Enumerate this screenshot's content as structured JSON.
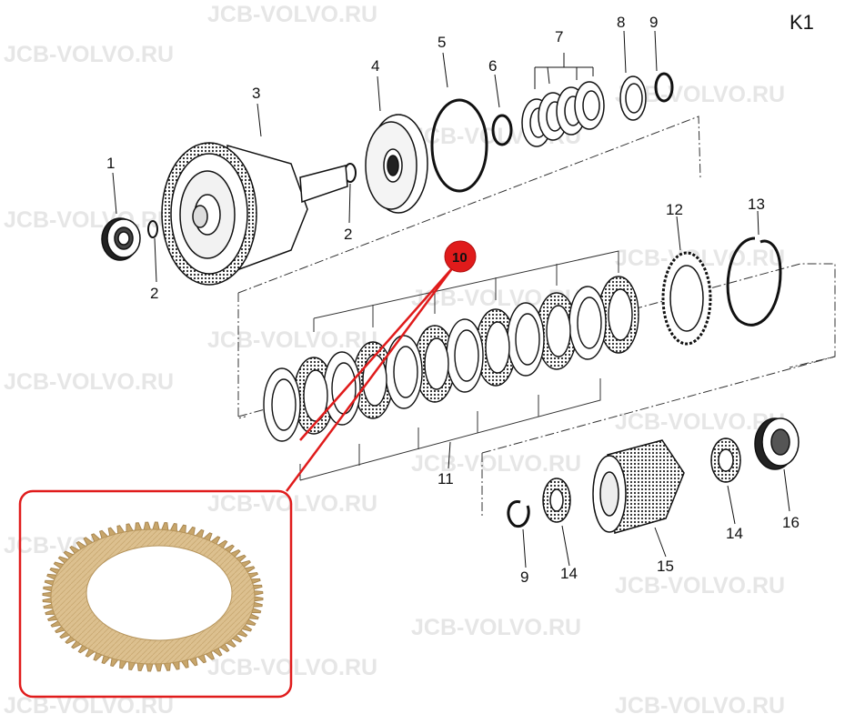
{
  "page_label": "K1",
  "watermark": "JCB-VOLVO.RU",
  "highlight": {
    "callout_number": "10",
    "color": "#e01b1b"
  },
  "part_numbers": {
    "p1": "1",
    "p2a": "2",
    "p2b": "2",
    "p3": "3",
    "p4": "4",
    "p5": "5",
    "p6": "6",
    "p7": "7",
    "p8": "8",
    "p9a": "9",
    "p9b": "9",
    "p11": "11",
    "p12": "12",
    "p13": "13",
    "p14a": "14",
    "p14b": "14",
    "p15": "15",
    "p16": "16"
  },
  "colors": {
    "line": "#111111",
    "friction_plate": "#dcc08f",
    "watermark": "#e6e6e6"
  }
}
